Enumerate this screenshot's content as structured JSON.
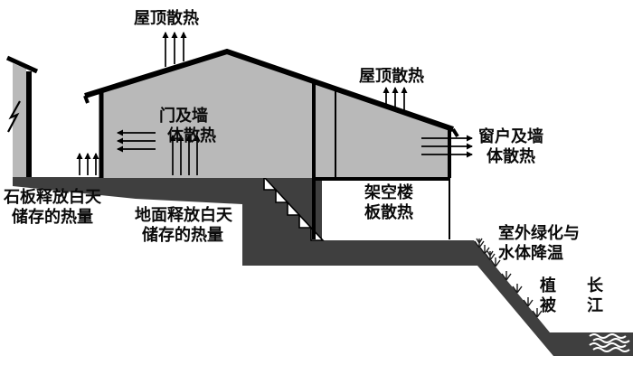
{
  "labels": {
    "roof_heat_left": "屋顶散热",
    "roof_heat_right": "屋顶散热",
    "door_wall_line1": "门及墙",
    "door_wall_line2": "体散热",
    "window_wall_line1": "窗户及墙",
    "window_wall_line2": "体散热",
    "stone_line1": "石板释放白天",
    "stone_line2": "储存的热量",
    "ground_line1": "地面释放白天",
    "ground_line2": "储存的热量",
    "slab_line1": "架空楼",
    "slab_line2": "板散热",
    "greening_line1": "室外绿化与",
    "greening_line2": "水体降温",
    "vegetation_char1": "植",
    "vegetation_char2": "被",
    "river_char1": "长",
    "river_char2": "江"
  },
  "colors": {
    "background": "#ffffff",
    "building_fill": "#b9b9b9",
    "ground_fill": "#3f3f3f",
    "line": "#000000"
  }
}
